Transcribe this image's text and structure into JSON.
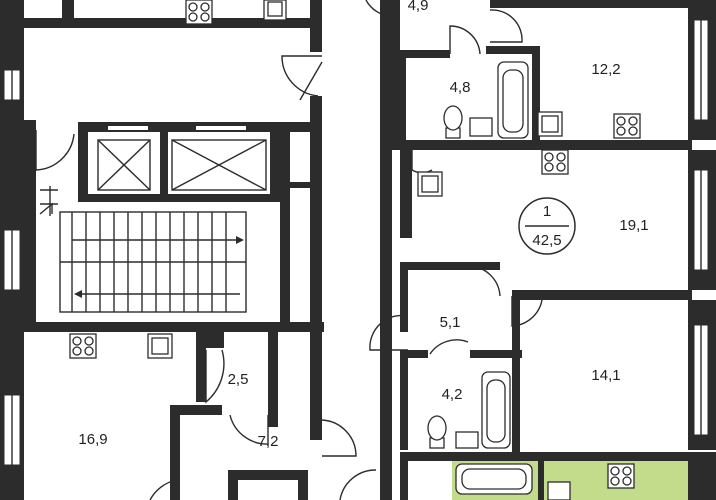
{
  "apartment": {
    "number": "1",
    "total_area": "42,5"
  },
  "rooms": [
    {
      "id": "r-top-right-small",
      "area": "4,9"
    },
    {
      "id": "r-kitchen-top",
      "area": "12,2"
    },
    {
      "id": "r-bath-top",
      "area": "4,8"
    },
    {
      "id": "r-living",
      "area": "19,1"
    },
    {
      "id": "r-hall",
      "area": "5,1"
    },
    {
      "id": "r-bath-mid",
      "area": "4,2"
    },
    {
      "id": "r-bedroom",
      "area": "14,1"
    },
    {
      "id": "r-storage",
      "area": "2,5"
    },
    {
      "id": "r-corridor",
      "area": "7,2"
    },
    {
      "id": "r-kitchen-left",
      "area": "16,9"
    }
  ],
  "colors": {
    "walls": "#2c2c2c",
    "highlight": "#c3dc8c",
    "background": "#ffffff"
  },
  "icons": [
    "stove-icon",
    "sink-icon",
    "bathtub-icon",
    "toilet-icon",
    "elevator-icon",
    "door-swing-icon",
    "stair-arrow-icon"
  ]
}
